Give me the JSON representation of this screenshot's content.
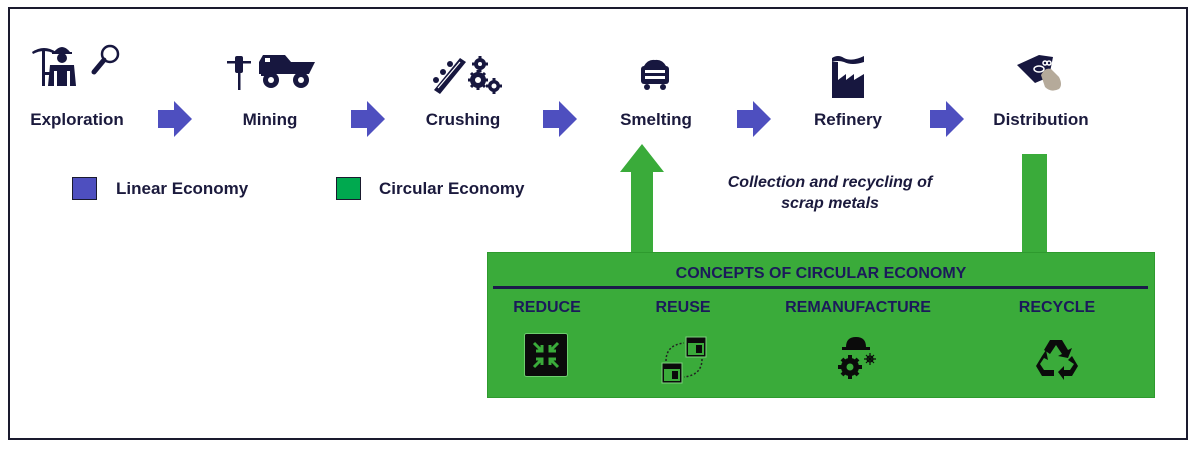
{
  "diagram": {
    "title": "Linear and Circular Economy of Metals",
    "linear_steps": [
      {
        "label": "Exploration",
        "icon": "miner-magnifier-icon"
      },
      {
        "label": "Mining",
        "icon": "jackhammer-dump-truck-icon"
      },
      {
        "label": "Crushing",
        "icon": "conveyor-gears-icon"
      },
      {
        "label": "Smelting",
        "icon": "ore-cart-icon"
      },
      {
        "label": "Refinery",
        "icon": "factory-icon"
      },
      {
        "label": "Distribution",
        "icon": "hand-money-icon"
      }
    ],
    "legend": [
      {
        "label": "Linear Economy",
        "color": "#4e4fbf"
      },
      {
        "label": "Circular Economy",
        "color": "#00a94f"
      }
    ],
    "feedback_caption_line1": "Collection and recycling of",
    "feedback_caption_line2": "scrap metals",
    "circular_box": {
      "title": "CONCEPTS OF CIRCULAR ECONOMY",
      "concepts": [
        {
          "label": "REDUCE",
          "icon": "reduce-compress-icon"
        },
        {
          "label": "REUSE",
          "icon": "reuse-cycle-icon"
        },
        {
          "label": "REMANUFACTURE",
          "icon": "hardhat-gears-icon"
        },
        {
          "label": "RECYCLE",
          "icon": "recycle-icon"
        }
      ]
    },
    "colors": {
      "linear_arrow": "#4e4fbf",
      "circular_green": "#3aab3a",
      "text_dark": "#1b1a3d",
      "icon_navy": "#17173f"
    }
  }
}
